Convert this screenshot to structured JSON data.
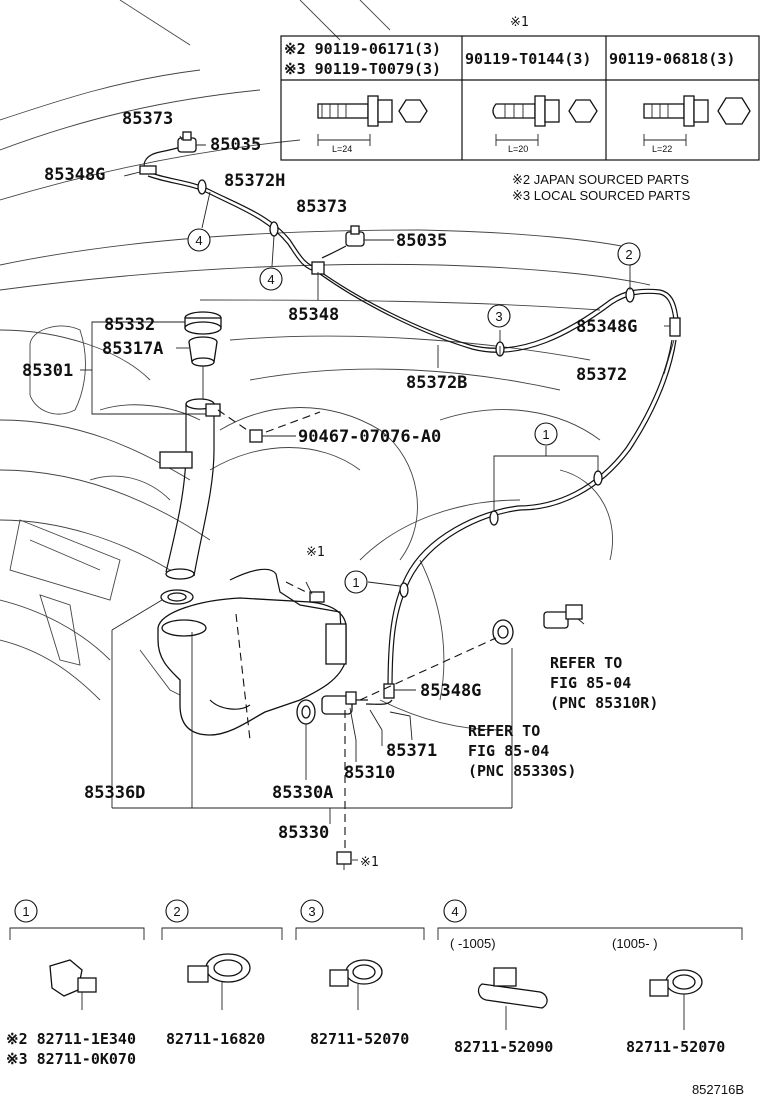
{
  "table": {
    "header_mark": "※1",
    "col1": {
      "row1": "※2 90119-06171(3)",
      "row2": "※3 90119-T0079(3)",
      "length": "L=24"
    },
    "col2": {
      "row1": "90119-T0144(3)",
      "length": "L=20"
    },
    "col3": {
      "row1": "90119-06818(3)",
      "length": "L=22"
    }
  },
  "notes": {
    "note2": "※2 JAPAN SOURCED PARTS",
    "note3": "※3 LOCAL SOURCED PARTS"
  },
  "labels": {
    "p85373_a": "85373",
    "p85035_a": "85035",
    "p85348G_a": "85348G",
    "p85372H": "85372H",
    "p85373_b": "85373",
    "p85035_b": "85035",
    "p85348": "85348",
    "p85332": "85332",
    "p85317A": "85317A",
    "p85301": "85301",
    "p85348G_b": "85348G",
    "p85372B": "85372B",
    "p85372": "85372",
    "p90467": "90467-07076-A0",
    "mark1_top": "※1",
    "p85348G_c": "85348G",
    "p85371": "85371",
    "p85310": "85310",
    "p85336D": "85336D",
    "p85330A": "85330A",
    "p85330": "85330",
    "mark1_bottom": "※1"
  },
  "refs": {
    "ref_r_1": "REFER TO",
    "ref_r_2": "FIG 85-04",
    "ref_r_3": "(PNC 85310R)",
    "ref_s_1": "REFER TO",
    "ref_s_2": "FIG 85-04",
    "ref_s_3": "(PNC 85330S)"
  },
  "callouts": {
    "c4a": "4",
    "c4b": "4",
    "c2": "2",
    "c3": "3",
    "c1a": "1",
    "c1b": "1"
  },
  "clips": {
    "h1": "1",
    "h2": "2",
    "h3": "3",
    "h4": "4",
    "range_a": "(   -1005)",
    "range_b": "(1005-    )",
    "c1_pn_a": "※2 82711-1E340",
    "c1_pn_b": "※3 82711-0K070",
    "c2_pn": "82711-16820",
    "c3_pn": "82711-52070",
    "c4a_pn": "82711-52090",
    "c4b_pn": "82711-52070"
  },
  "figure_code": "852716B"
}
